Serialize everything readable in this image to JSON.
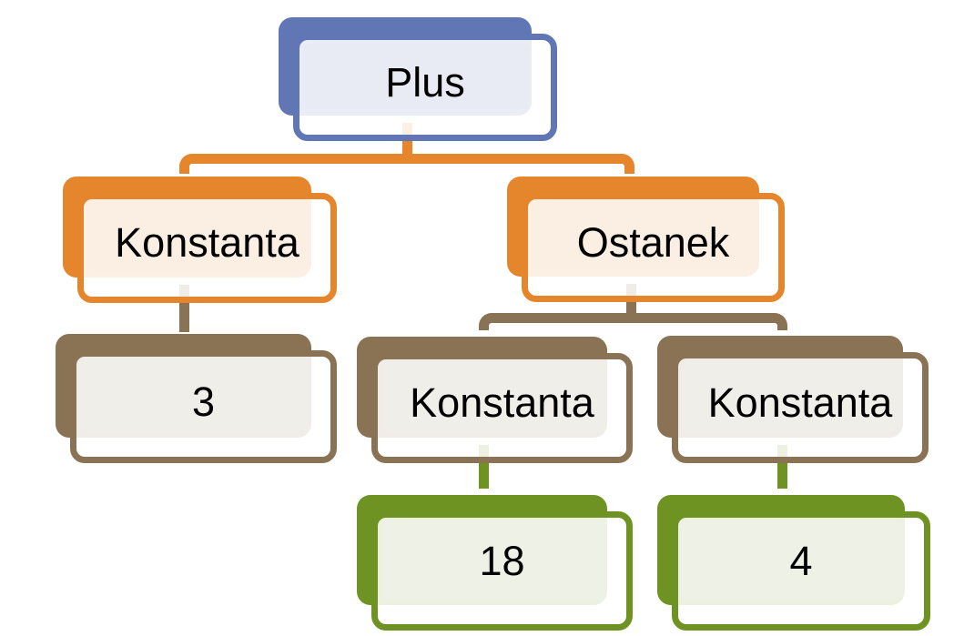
{
  "diagram": {
    "type": "tree",
    "description_of_visible_content": "Expression tree: Plus with children Konstanta(3) and Ostanek; Ostanek with children Konstanta(18) and Konstanta(4)",
    "nodes": [
      {
        "id": "plus",
        "label": "Plus",
        "level": 1,
        "scheme": "blue"
      },
      {
        "id": "konstanta-left",
        "label": "Konstanta",
        "level": 2,
        "scheme": "orange"
      },
      {
        "id": "ostanek",
        "label": "Ostanek",
        "level": 2,
        "scheme": "orange"
      },
      {
        "id": "const-3",
        "label": "3",
        "level": 3,
        "scheme": "brown"
      },
      {
        "id": "konstanta-mid",
        "label": "Konstanta",
        "level": 3,
        "scheme": "brown"
      },
      {
        "id": "konstanta-right",
        "label": "Konstanta",
        "level": 3,
        "scheme": "brown"
      },
      {
        "id": "const-18",
        "label": "18",
        "level": 4,
        "scheme": "green"
      },
      {
        "id": "const-4",
        "label": "4",
        "level": 4,
        "scheme": "green"
      }
    ],
    "edges": [
      {
        "from": "plus",
        "to": "konstanta-left",
        "color": "#E6862C"
      },
      {
        "from": "plus",
        "to": "ostanek",
        "color": "#E6862C"
      },
      {
        "from": "konstanta-left",
        "to": "const-3",
        "color": "#8A7254"
      },
      {
        "from": "ostanek",
        "to": "konstanta-mid",
        "color": "#8A7254"
      },
      {
        "from": "ostanek",
        "to": "konstanta-right",
        "color": "#8A7254"
      },
      {
        "from": "konstanta-mid",
        "to": "const-18",
        "color": "#6E9323"
      },
      {
        "from": "konstanta-right",
        "to": "const-4",
        "color": "#6E9323"
      }
    ],
    "colors": {
      "blue": {
        "main": "#6076B5",
        "tint": "#E9EBF4"
      },
      "orange": {
        "main": "#E6862C",
        "tint": "#FBEEE2"
      },
      "brown": {
        "main": "#8A7254",
        "tint": "#F0EEE8"
      },
      "green": {
        "main": "#6E9323",
        "tint": "#EEF1E6"
      },
      "text": "#000000",
      "background": "#FFFFFF"
    }
  }
}
